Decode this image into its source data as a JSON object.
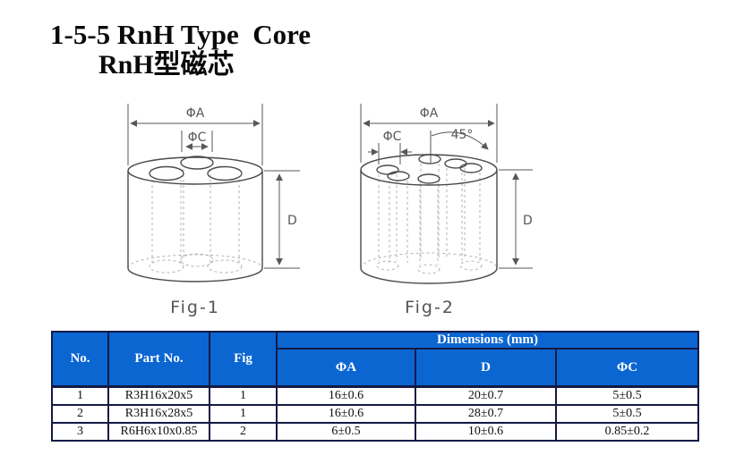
{
  "title": {
    "line1": "1-5-5 RnH Type  Core",
    "line2": "RnH型磁芯"
  },
  "fig1": {
    "caption": "Fig-1",
    "dim_a": "ΦA",
    "dim_c": "ΦC",
    "dim_d": "D"
  },
  "fig2": {
    "caption": "Fig-2",
    "dim_a": "ΦA",
    "dim_c": "ΦC",
    "dim_d": "D",
    "angle": "45°"
  },
  "table": {
    "col_no": "No.",
    "col_part": "Part No.",
    "col_fig": "Fig",
    "col_dims": "Dimensions (mm)",
    "col_phi_a": "ΦA",
    "col_d": "D",
    "col_phi_c": "ΦC",
    "rows": [
      {
        "no": "1",
        "part_no": "R3H16x20x5",
        "fig": "1",
        "phi_a": "16±0.6",
        "d": "20±0.7",
        "phi_c": "5±0.5"
      },
      {
        "no": "2",
        "part_no": "R3H16x28x5",
        "fig": "1",
        "phi_a": "16±0.6",
        "d": "28±0.7",
        "phi_c": "5±0.5"
      },
      {
        "no": "3",
        "part_no": "R6H6x10x0.85",
        "fig": "2",
        "phi_a": "6±0.5",
        "d": "10±0.6",
        "phi_c": "0.85±0.2"
      }
    ]
  },
  "colors": {
    "table_header_bg": "#0b66d2",
    "table_header_text": "#ffffff",
    "table_border": "#141a45",
    "drawing_line": "#4a4a4a",
    "dimension_line": "#575757"
  }
}
